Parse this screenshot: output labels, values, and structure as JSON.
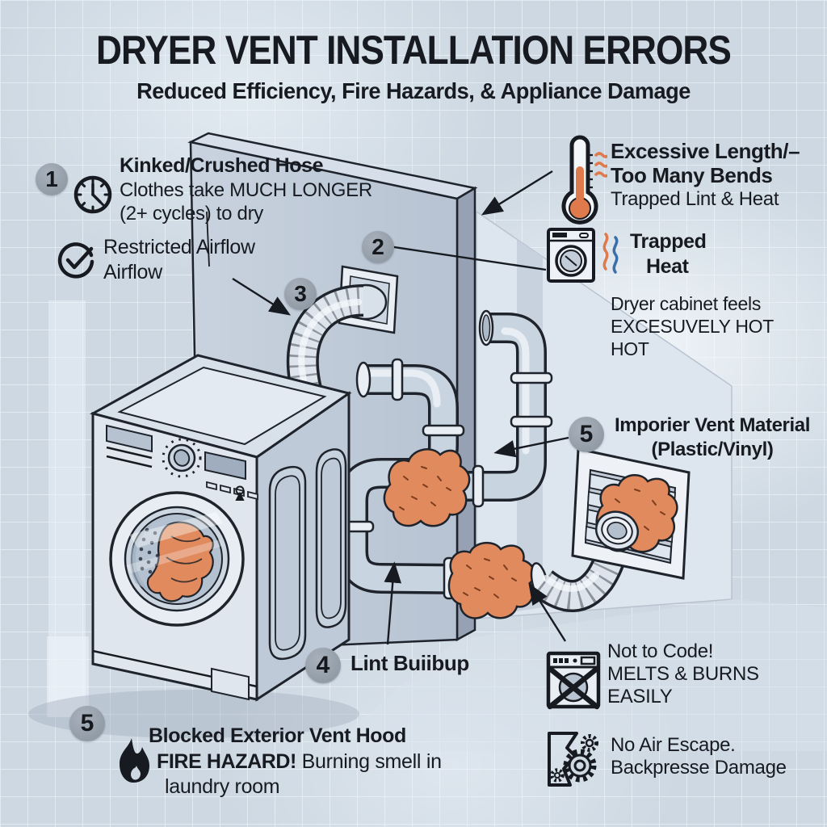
{
  "title": "DRYER VENT INSTALLATION ERRORS",
  "subtitle": "Reduced Efficiency, Fire Hazards, & Appliance Damage",
  "colors": {
    "background": "#cdd8e2",
    "ink": "#171b21",
    "badge_gray": "#98a2ad",
    "heat_orange": "#df7a4d",
    "lint_orange": "#e08a5d",
    "heat_blue": "#3a6ea8"
  },
  "callouts": {
    "kinked": {
      "badge": "1",
      "heading": "Kinked/Crushed Hose",
      "line1": "Clothes take MUCH LONGER",
      "line2": "(2+ cycles) to dry"
    },
    "restricted": {
      "line1": "Restricted Airflow",
      "line2": "Airflow"
    },
    "excessive": {
      "heading1": "Excessive Length/–",
      "heading2": "Too Many Bends",
      "sub": "Trapped Lint & Heat"
    },
    "trapped": {
      "heading1": "Trapped",
      "heading2": "Heat",
      "line1": "Dryer cabinet feels",
      "line2": "EXCESUVELY HOT",
      "line3": "HOT"
    },
    "badge2": "2",
    "badge3": "3",
    "material": {
      "badge": "5",
      "line1": "Imporier Vent Material",
      "line2": "(Plastic/Vinyl)"
    },
    "lint": {
      "badge": "4",
      "label": "Lint Buiibup"
    },
    "code": {
      "line1": "Not to Code!",
      "line2": "MELTS & BURNS",
      "line3": "EASILY"
    },
    "air": {
      "line1": "No Air Escape.",
      "line2": "Backpresse Damage"
    },
    "blocked": {
      "badge": "5",
      "heading": "Blocked Exterior Vent Hood",
      "bold": "FIRE HAZARD!",
      "rest": " Burning smell in",
      "line2": "laundry room"
    }
  }
}
